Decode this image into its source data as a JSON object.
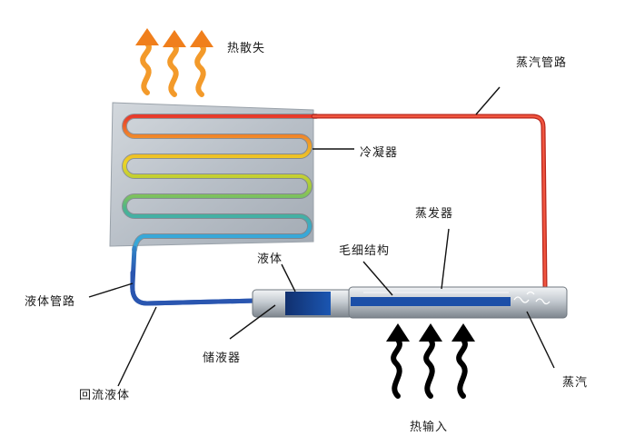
{
  "labels": {
    "heat_dissipation": "热散失",
    "vapor_line": "蒸汽管路",
    "condenser": "冷凝器",
    "evaporator": "蒸发器",
    "liquid": "液体",
    "capillary_structure": "毛细结构",
    "liquid_line": "液体管路",
    "reservoir": "储液器",
    "return_liquid": "回流液体",
    "vapor": "蒸汽",
    "heat_input": "热输入"
  },
  "colors": {
    "heat_out_arrow": "#f39a2a",
    "heat_in_arrow": "#000000",
    "vapor_pipe": "#e8352a",
    "liquid_pipe": "#2a56b0",
    "condenser_plate": "#bcc4cc"
  }
}
